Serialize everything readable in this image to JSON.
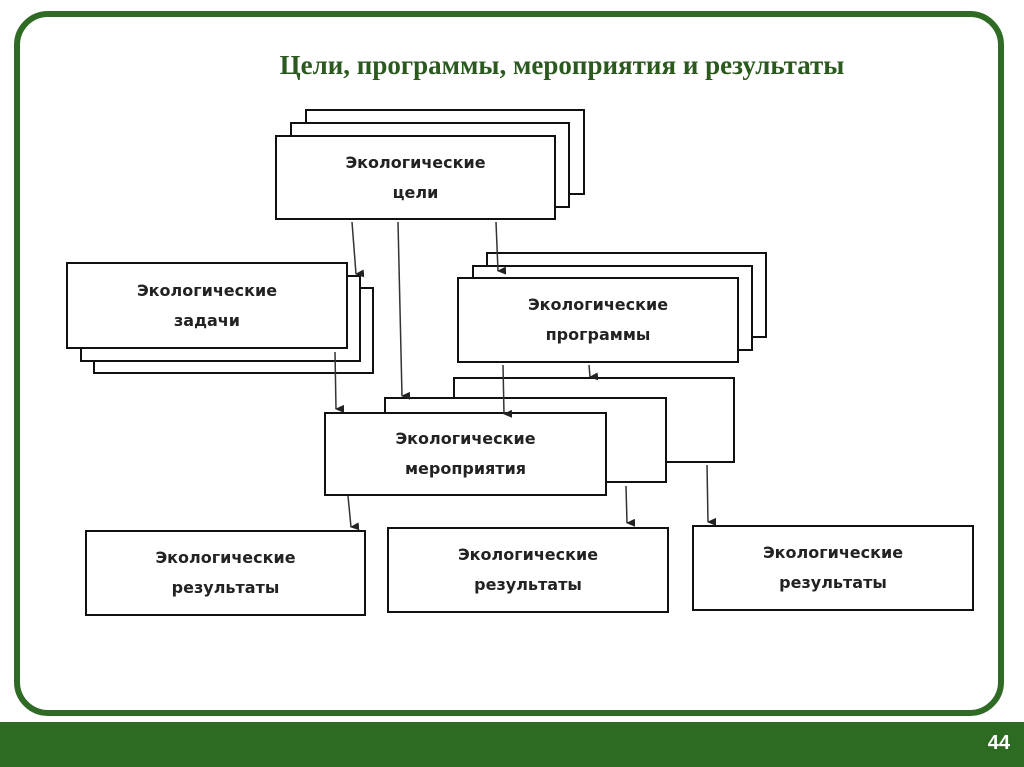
{
  "title": "Цели, программы, мероприятия и результаты",
  "page_number": "44",
  "nodes": {
    "goals": "Экологические\nцели",
    "tasks": "Экологические\nзадачи",
    "programs": "Экологические\nпрограммы",
    "measures": "Экологические\nмероприятия",
    "result_1": "Экологические\nрезультаты",
    "result_2": "Экологические\nрезультаты",
    "result_3": "Экологические\nрезультаты"
  },
  "colors": {
    "frame": "#2f6b24",
    "bar": "#2d6a22",
    "title": "#2b5a1e"
  }
}
